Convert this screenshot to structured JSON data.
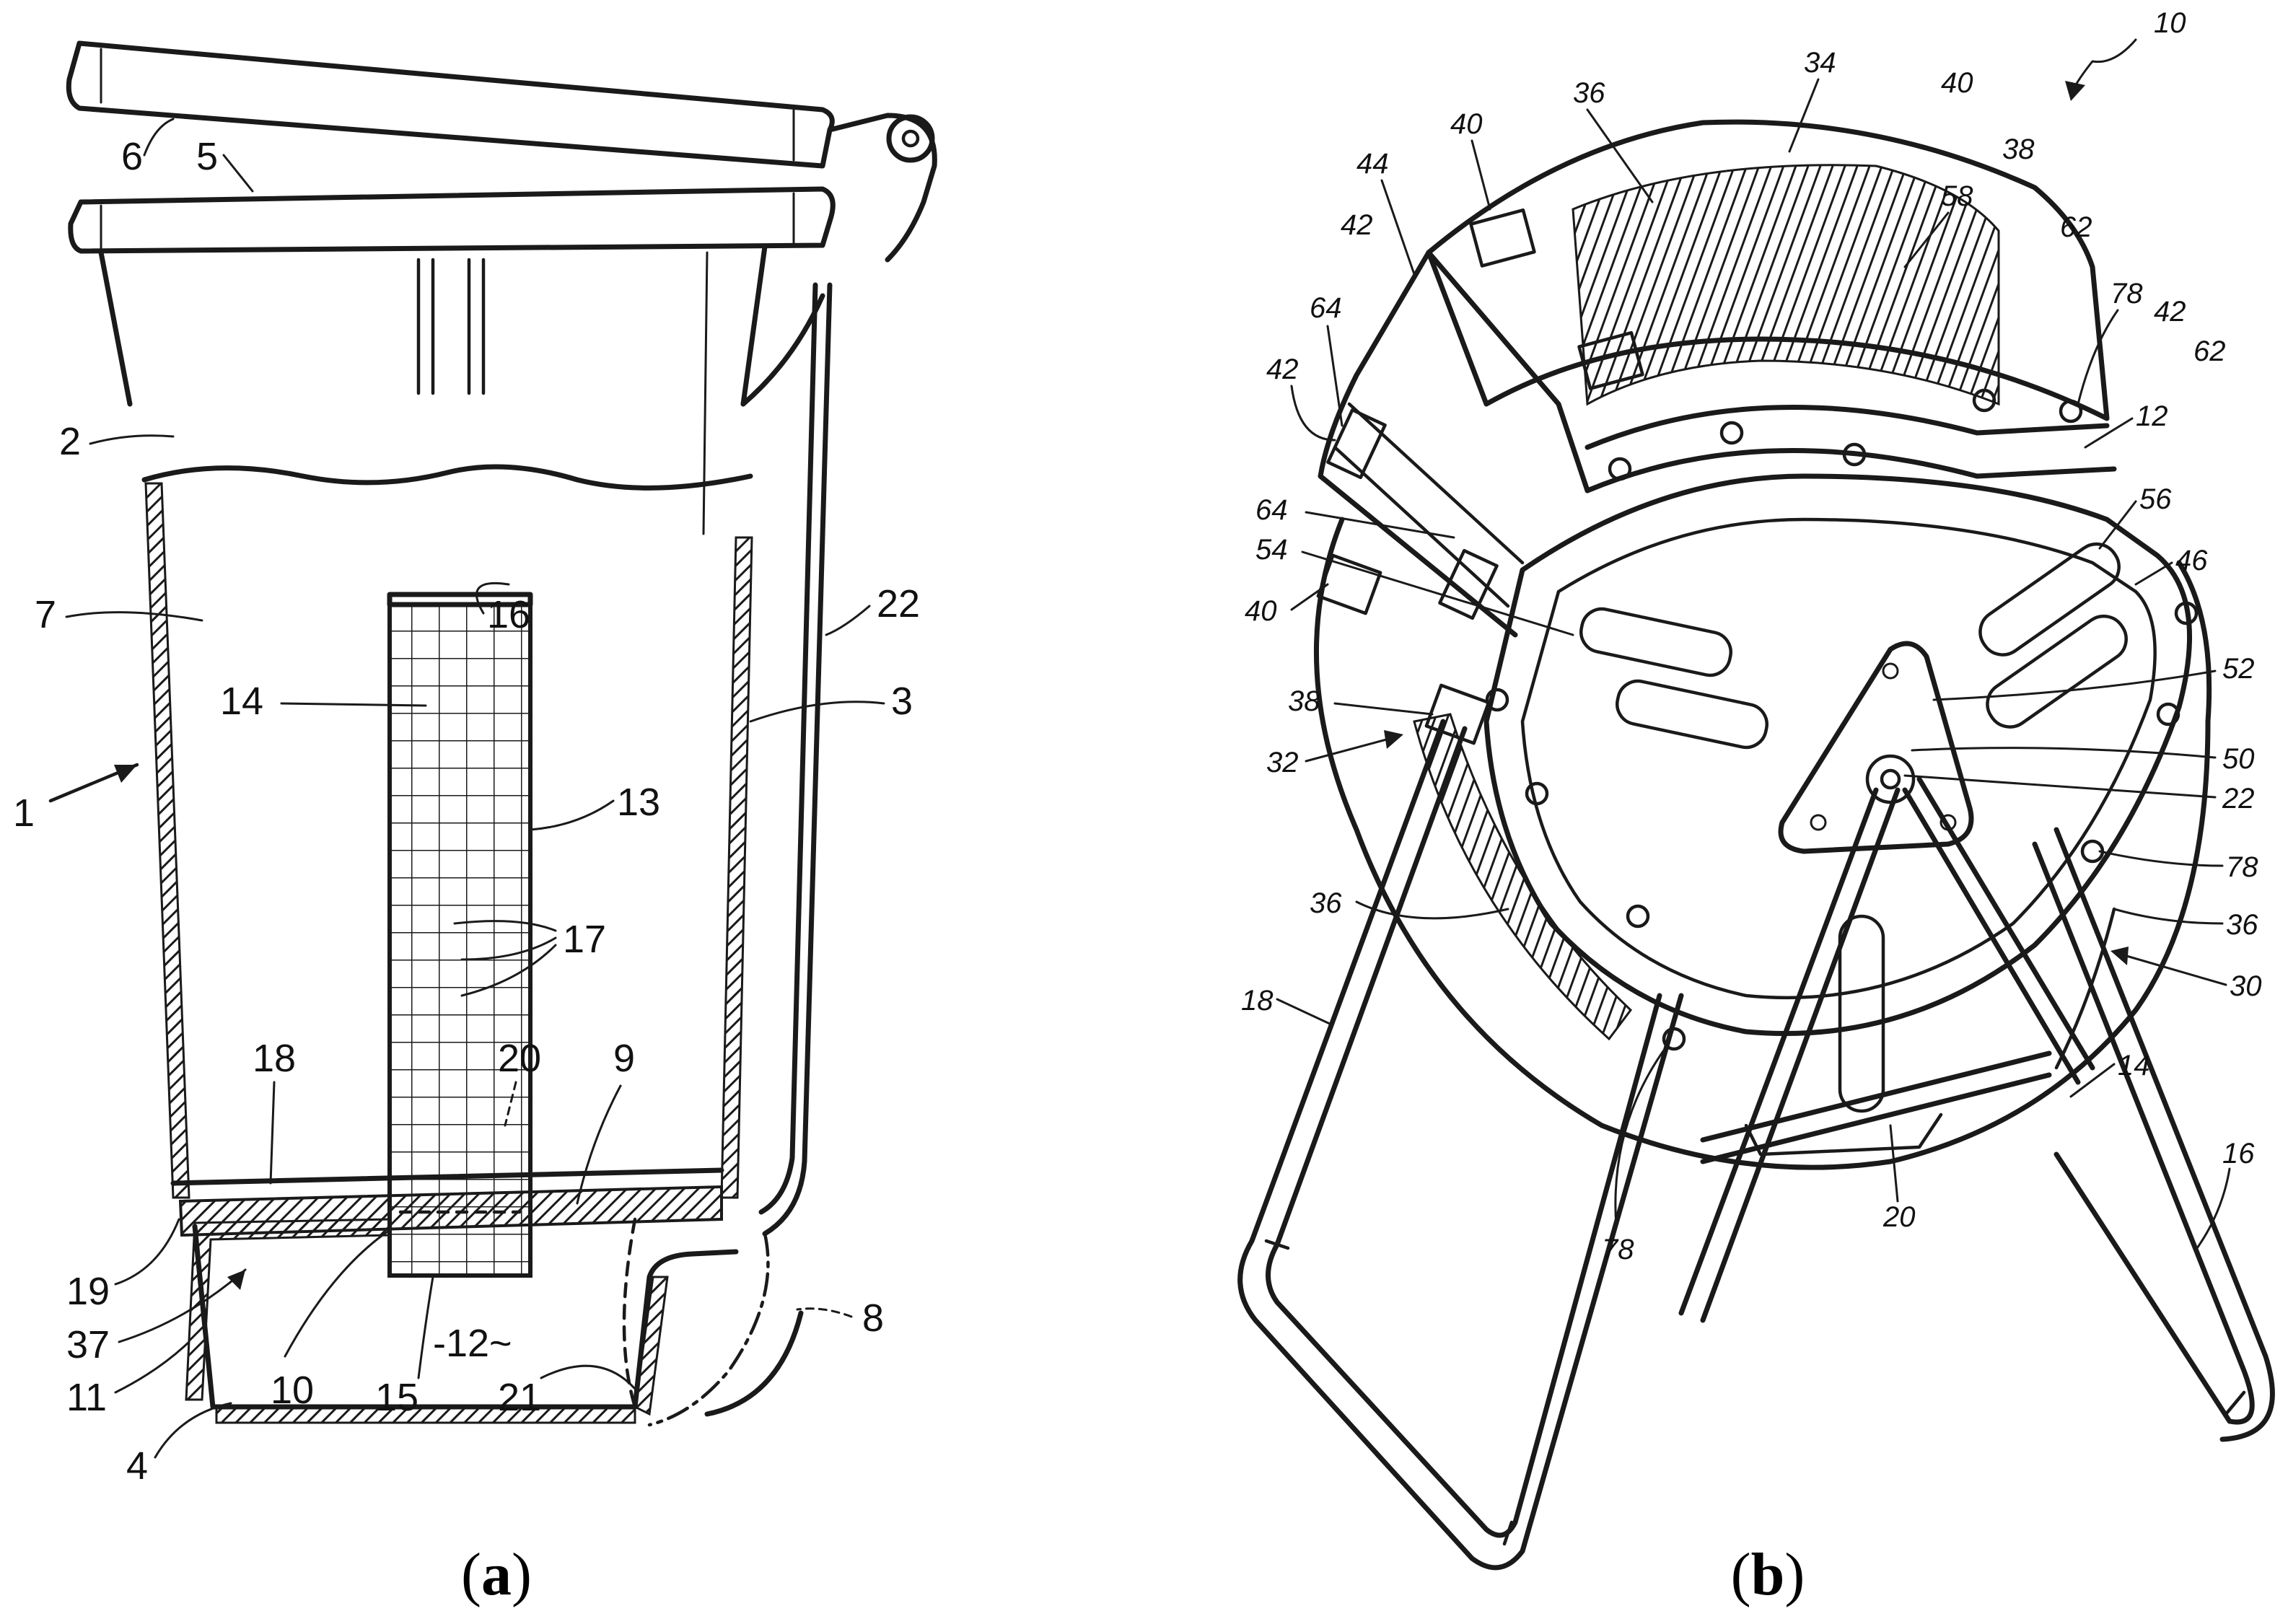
{
  "figure": {
    "panel_a": {
      "caption_open": "(",
      "caption_letter": "a",
      "caption_close": ")",
      "labels": {
        "l1": "1",
        "l2": "2",
        "l3": "3",
        "l4": "4",
        "l5": "5",
        "l6": "6",
        "l7": "7",
        "l8": "8",
        "l9": "9",
        "l10": "10",
        "l11": "11",
        "l12": "-12~",
        "l13": "13",
        "l14": "14",
        "l15": "15",
        "l16": "16",
        "l17": "17",
        "l18": "18",
        "l19": "19",
        "l20": "20",
        "l21": "21",
        "l22": "22",
        "l37": "37"
      }
    },
    "panel_b": {
      "caption_open": "(",
      "caption_letter": "b",
      "caption_close": ")",
      "labels": {
        "l10": "10",
        "l12": "12",
        "l14": "14",
        "l16": "16",
        "l18": "18",
        "l20": "20",
        "l22": "22",
        "l30": "30",
        "l32": "32",
        "l34": "34",
        "l36": "36",
        "l38": "38",
        "l40": "40",
        "l42": "42",
        "l44": "44",
        "l46": "46",
        "l50": "50",
        "l52": "52",
        "l54": "54",
        "l56": "56",
        "l58": "58",
        "l62": "62",
        "l64": "64",
        "l78": "78"
      }
    }
  }
}
